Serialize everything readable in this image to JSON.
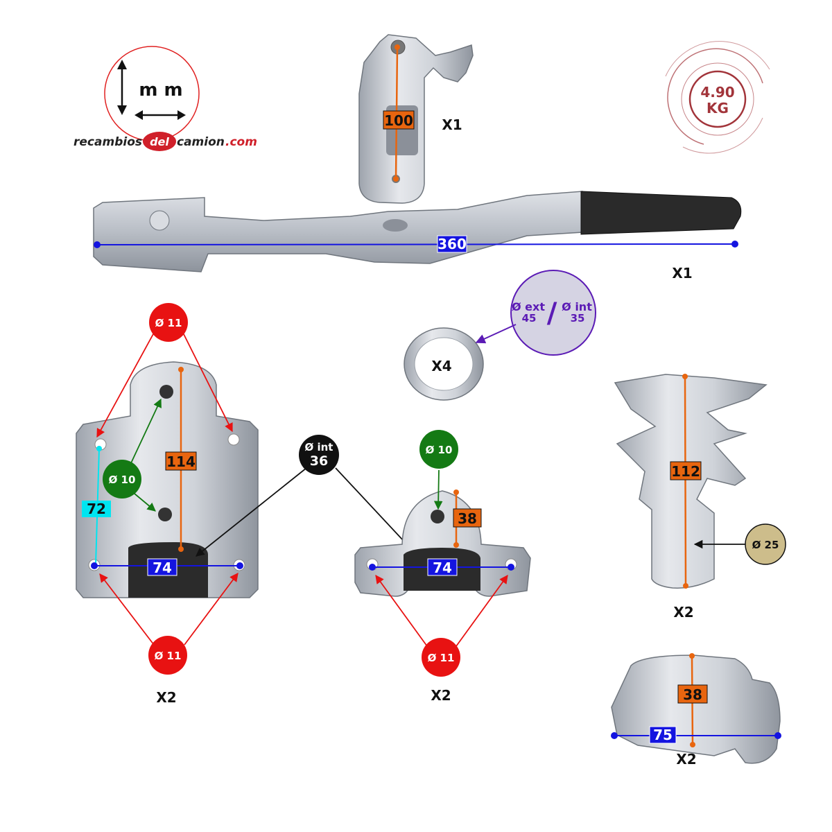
{
  "brand": {
    "unit": "m m",
    "logo_left": "recambios",
    "logo_mid": "del",
    "logo_right": "camion",
    "logo_suffix": ".com"
  },
  "weight": {
    "value": "4.90",
    "unit": "KG"
  },
  "hook": {
    "height": "100",
    "qty": "X1"
  },
  "lever": {
    "length": "360",
    "qty": "X1"
  },
  "washer": {
    "ext_label": "Ø ext",
    "ext_value": "45",
    "int_label": "Ø int",
    "int_value": "35",
    "separator": "/",
    "qty": "X4"
  },
  "large_bracket": {
    "hole_top": "Ø 11",
    "hole_bottom": "Ø 11",
    "pin_hole": "Ø 10",
    "height": "114",
    "hole_spacing_v": "72",
    "width": "74",
    "qty": "X2"
  },
  "inner_diameter": {
    "label": "Ø int",
    "value": "36"
  },
  "small_bracket": {
    "pin_hole": "Ø 10",
    "height": "38",
    "width": "74",
    "hole_bottom": "Ø 11",
    "qty": "X2"
  },
  "cam": {
    "height": "112",
    "shaft": "Ø 25",
    "qty": "X2"
  },
  "keeper": {
    "height": "38",
    "width": "75",
    "qty": "X2"
  },
  "colors": {
    "orange": "#E8650F",
    "blue": "#1414E0",
    "red": "#E81212",
    "green": "#147A14",
    "cyan": "#00E5F0",
    "purple": "#5B1BB5",
    "tan": "#CDBD8B",
    "maroon": "#A2343A",
    "metal": "#C9CCD2"
  }
}
